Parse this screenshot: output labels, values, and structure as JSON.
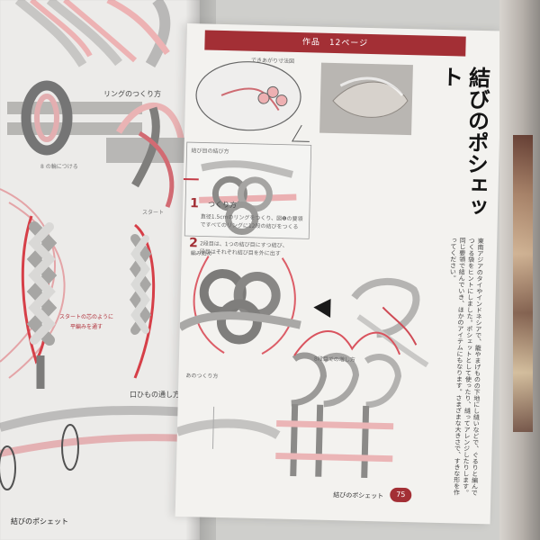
{
  "left_page": {
    "ring_title": "リングのつくり方",
    "ring_label": "8 の輪につける",
    "start_label": "スタート",
    "start_note_1": "スタートの芯のように",
    "start_note_2": "平編みを通す",
    "close_title": "口ひもの通し方",
    "bottom_label": "結びのポシェット"
  },
  "right_page": {
    "header": "作品　12ページ",
    "title": "結びのポシェット",
    "diagram_label": "できあがり寸法図",
    "step1_title": "つくり方",
    "step1_text_1": "直径1.5cmのリングをつくり、図❶の要領",
    "step1_text_2": "ですべてのリングに12段の結びをつくる",
    "step2_text_1": "2段目は、1つの結び目にすつ結び、",
    "step2_text_2": "段目はそれぞれ結び目を外に出す",
    "caption_1": "結び目の結び方",
    "caption_2": "編み始め",
    "caption_3": "8段目での増し方",
    "caption_4": "あのつくり方",
    "desc": "東南アジアのタイやインドネシアで、籠やまげものの下地にし縫いなどで、ぐるりと編んでつくる袋をヒントにしました。ポシェットとして使ったり、縫ってアレンジしたりします。同じ要領で結んでいき、ほかのアイテムにもなります。さまざまな大きさで、すきな形を作ってください。",
    "footer": "結びのポシェット",
    "page_num": "75"
  }
}
